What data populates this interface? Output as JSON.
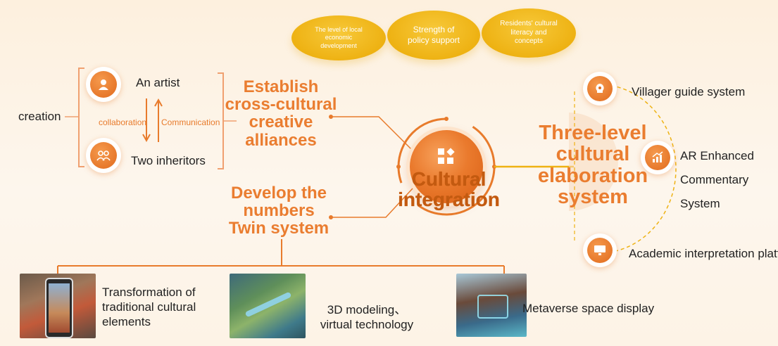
{
  "top_factors": [
    {
      "label": "The level of local economic development"
    },
    {
      "label": "Strength of policy support"
    },
    {
      "label": "Residents' cultural literacy and concepts"
    }
  ],
  "left": {
    "creation": "creation",
    "artist": "An artist",
    "inheritors": "Two inheritors",
    "collaboration": "collaboration",
    "communication": "Communication"
  },
  "center": {
    "alliances": "Establish cross-cultural creative alliances",
    "twin": "Develop the numbers Twin system",
    "integration": "Cultural integration"
  },
  "right": {
    "system_title": "Three-level cultural elaboration system",
    "items": [
      {
        "label": "Villager guide system",
        "icon": "bulb-head-icon"
      },
      {
        "label": "AR Enhanced Commentary System",
        "icon": "chart-growth-icon"
      },
      {
        "label": "Academic interpretation platform",
        "icon": "monitor-icon"
      }
    ]
  },
  "bottom": {
    "items": [
      {
        "label": "Transformation of traditional cultural elements",
        "image": "phone-photo-ancient-town"
      },
      {
        "label": "3D modeling、 virtual technology",
        "image": "aerial-3d-village-model"
      },
      {
        "label": "Metaverse space display",
        "image": "metaverse-street-scene"
      }
    ]
  },
  "colors": {
    "accent": "#ea7d30",
    "gold": "#eeb213",
    "background": "#fdf3e6"
  }
}
